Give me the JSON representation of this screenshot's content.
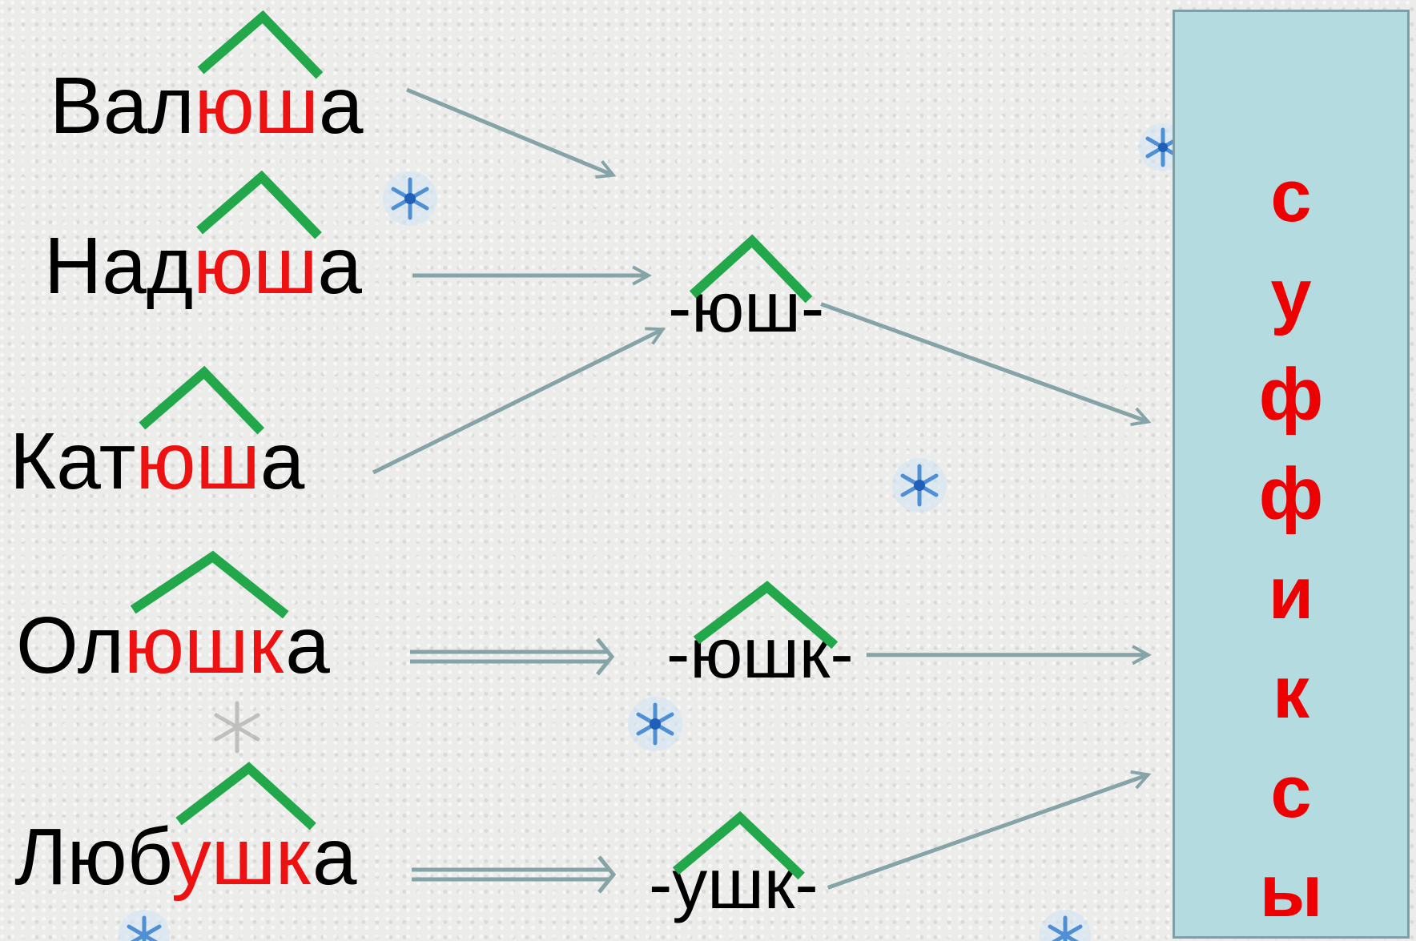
{
  "words": [
    {
      "prefix": "Вал",
      "suffix": "юш",
      "ending": "а"
    },
    {
      "prefix": "Над",
      "suffix": "юш",
      "ending": "а"
    },
    {
      "prefix": "Кат",
      "suffix": "юш",
      "ending": "а"
    },
    {
      "prefix": "Ол",
      "suffix": "юшк",
      "ending": "а"
    },
    {
      "prefix": "Люб",
      "suffix": "ушк",
      "ending": "а"
    }
  ],
  "suffixes": [
    "-юш-",
    "-юшк-",
    "-ушк-"
  ],
  "panel_letters": [
    "с",
    "у",
    "ф",
    "ф",
    "и",
    "к",
    "с",
    "ы"
  ],
  "colors": {
    "highlight": "#ee1111",
    "suffix_mark": "#22a84a",
    "arrow": "#86a4a8",
    "panel_bg": "#b3dbe0",
    "panel_border": "#7e9fa6",
    "snowflake": "#4f8fd6"
  },
  "icons": {
    "suffix_mark": "suffix-mark-icon",
    "arrow": "arrow-icon",
    "decor": "snowflake-icon"
  }
}
